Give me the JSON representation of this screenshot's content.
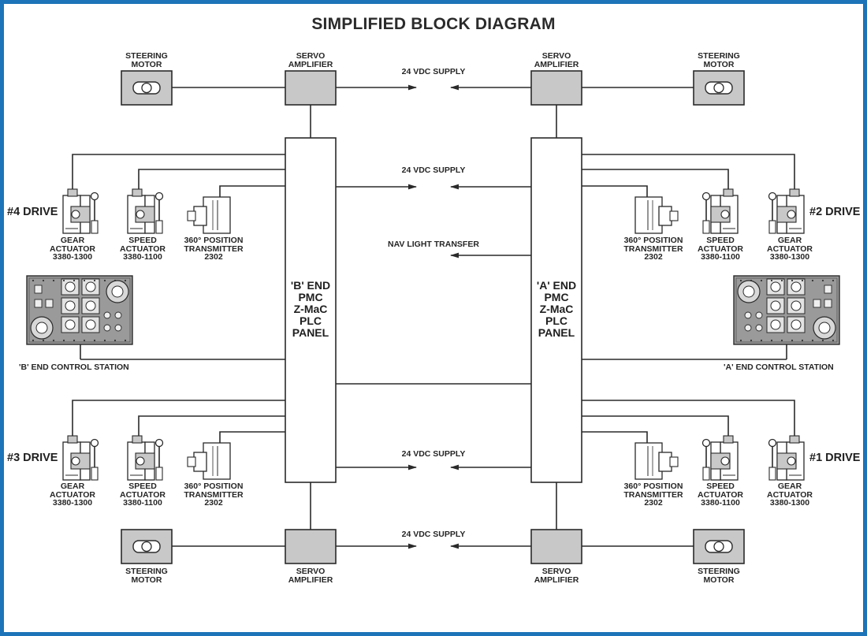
{
  "title": "SIMPLIFIED BLOCK DIAGRAM",
  "colors": {
    "border": "#1d74b8",
    "box_fill": "#c8c8c8",
    "line": "#2a2a2a",
    "text": "#262626"
  },
  "steering_motor": [
    "STEERING",
    "MOTOR"
  ],
  "servo_amplifier": [
    "SERVO",
    "AMPLIFIER"
  ],
  "supply_label": "24 VDC SUPPLY",
  "nav_light": "NAV LIGHT TRANSFER",
  "plc_b": [
    "'B' END",
    "PMC",
    "Z-MaC",
    "PLC",
    "PANEL"
  ],
  "plc_a": [
    "'A' END",
    "PMC",
    "Z-MaC",
    "PLC",
    "PANEL"
  ],
  "drives": {
    "d4": "#4 DRIVE",
    "d2": "#2 DRIVE",
    "d3": "#3 DRIVE",
    "d1": "#1 DRIVE"
  },
  "gear_actuator": [
    "GEAR",
    "ACTUATOR",
    "3380-1300"
  ],
  "speed_actuator": [
    "SPEED",
    "ACTUATOR",
    "3380-1100"
  ],
  "position_transmitter": [
    "360° POSITION",
    "TRANSMITTER",
    "2302"
  ],
  "control_station_b": "'B' END CONTROL STATION",
  "control_station_a": "'A' END CONTROL STATION"
}
